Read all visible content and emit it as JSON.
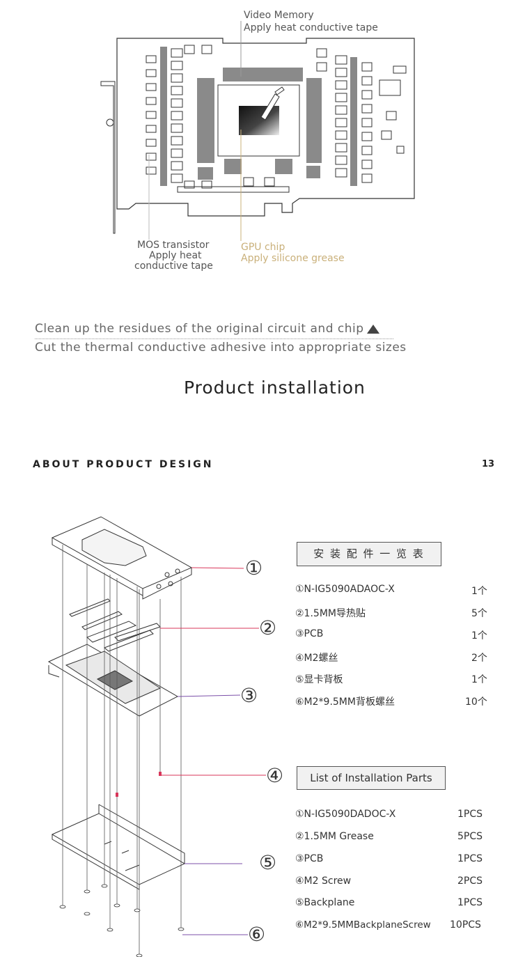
{
  "diagram": {
    "callout_video_memory": "Video Memory",
    "callout_video_memory_note": "Apply heat conductive tape",
    "callout_mos": "MOS transistor",
    "callout_mos_note1": "Apply heat",
    "callout_mos_note2": "conductive tape",
    "callout_gpu": "GPU chip",
    "callout_gpu_note": "Apply silicone grease"
  },
  "instructions": {
    "line1": "Clean up the residues of the original circuit and chip",
    "line2": "Cut the thermal conductive adhesive into appropriate sizes"
  },
  "section_title": "Product installation",
  "header": {
    "about": "ABOUT PRODUCT DESIGN",
    "page_number": "13"
  },
  "exploded": {
    "markers": [
      "①",
      "②",
      "③",
      "④",
      "⑤",
      "⑥"
    ]
  },
  "parts_cn": {
    "title": "安 装 配 件 一 览 表",
    "items": [
      {
        "name": "①N-IG5090ADAOC-X",
        "qty": "1个"
      },
      {
        "name": "②1.5MM导热贴",
        "qty": "5个"
      },
      {
        "name": "③PCB",
        "qty": "1个"
      },
      {
        "name": "④M2螺丝",
        "qty": "2个"
      },
      {
        "name": "⑤显卡背板",
        "qty": "1个"
      },
      {
        "name": "⑥M2*9.5MM背板螺丝",
        "qty": "10个"
      }
    ]
  },
  "parts_en": {
    "title": "List of Installation Parts",
    "items": [
      {
        "name": "①N-IG5090DADOC-X",
        "qty": "1PCS"
      },
      {
        "name": "②1.5MM Grease",
        "qty": "5PCS"
      },
      {
        "name": "③PCB",
        "qty": "1PCS"
      },
      {
        "name": "④M2 Screw",
        "qty": "2PCS"
      },
      {
        "name": "⑤Backplane",
        "qty": "1PCS"
      },
      {
        "name": "⑥M2*9.5MMBackplaneScrew",
        "qty": "10PCS"
      }
    ]
  },
  "colors": {
    "tan_accent": "#c9b07a",
    "red_leader": "#d9365a",
    "purple_leader": "#7b4fa8"
  }
}
